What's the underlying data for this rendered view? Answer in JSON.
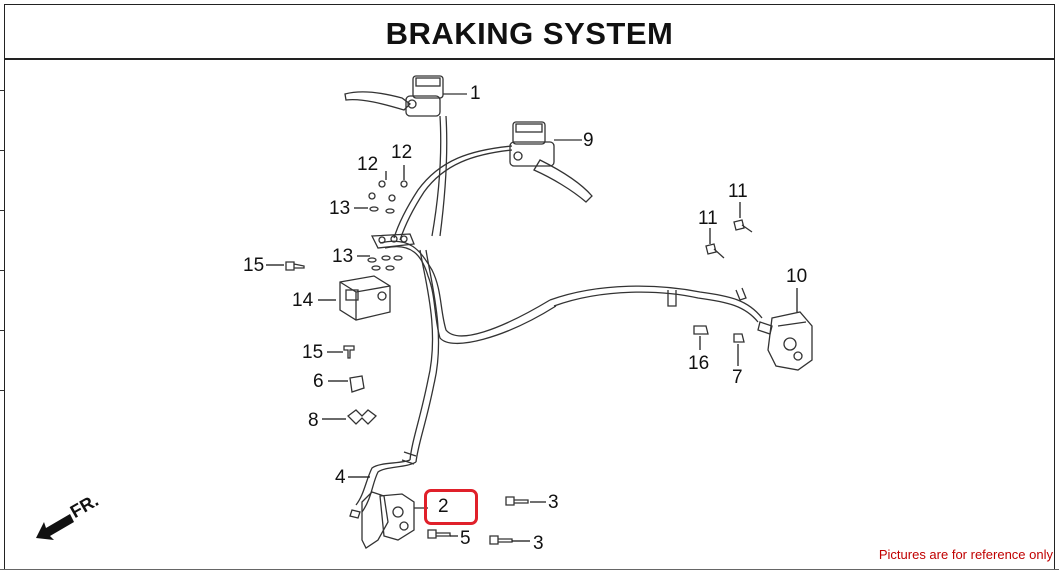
{
  "title": "BRAKING SYSTEM",
  "direction_label": "FR.",
  "reference_note": "Pictures are for reference only",
  "callouts": [
    "1",
    "9",
    "12",
    "12",
    "13",
    "11",
    "11",
    "13",
    "15",
    "10",
    "14",
    "15",
    "16",
    "7",
    "6",
    "8",
    "4",
    "2",
    "3",
    "5",
    "3"
  ],
  "highlighted_part": "2",
  "colors": {
    "highlight": "#e0202a",
    "note": "#c00000",
    "line": "#333333"
  }
}
